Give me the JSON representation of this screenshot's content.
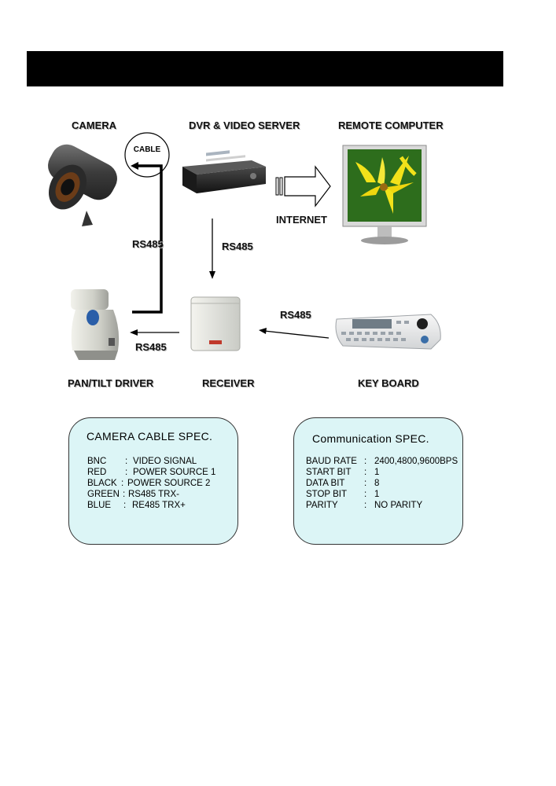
{
  "labels": {
    "camera": "CAMERA",
    "dvr": "DVR & VIDEO SERVER",
    "remote_computer": "REMOTE COMPUTER",
    "cable": "CABLE",
    "internet": "INTERNET",
    "rs485_left": "RS485",
    "rs485_mid": "RS485",
    "rs485_keyboard": "RS485",
    "rs485_bottom": "RS485",
    "pan_tilt": "PAN/TILT DRIVER",
    "receiver": "RECEIVER",
    "keyboard": "KEY BOARD"
  },
  "camera_spec": {
    "title": "CAMERA CABLE SPEC.",
    "rows": [
      {
        "key": "BNC",
        "sep": ":",
        "value": "VIDEO SIGNAL"
      },
      {
        "key": "RED",
        "sep": ":",
        "value": "POWER SOURCE 1"
      },
      {
        "key": "BLACK",
        "sep": ":",
        "value": "POWER SOURCE 2"
      },
      {
        "key": "GREEN",
        "sep": ":",
        "value": "RS485  TRX-"
      },
      {
        "key": "BLUE",
        "sep": ":",
        "value": "RE485 TRX+"
      }
    ]
  },
  "comm_spec": {
    "title": "Communication  SPEC.",
    "rows": [
      {
        "key": "BAUD RATE",
        "sep": ":",
        "value": "2400,4800,9600BPS"
      },
      {
        "key": "START BIT",
        "sep": ":",
        "value": "1"
      },
      {
        "key": "DATA BIT",
        "sep": ":",
        "value": "8"
      },
      {
        "key": "STOP BIT",
        "sep": ":",
        "value": "1"
      },
      {
        "key": "PARITY",
        "sep": ":",
        "value": "NO PARITY"
      }
    ]
  },
  "colors": {
    "header_bar": "#000000",
    "spec_fill": "#dcf5f6",
    "flower_yellow": "#f2e21a",
    "leaf_green": "#2f7d1e"
  }
}
